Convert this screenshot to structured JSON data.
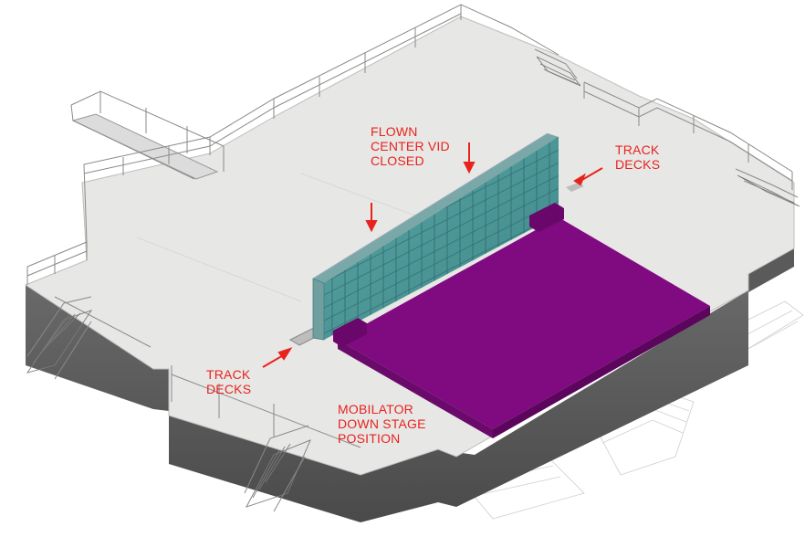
{
  "labels": {
    "flown_vid": [
      "FLOWN",
      "CENTER VID",
      "CLOSED"
    ],
    "track_decks_right": [
      "TRACK",
      "DECKS"
    ],
    "track_decks_left": [
      "TRACK",
      "DECKS"
    ],
    "mobilator": [
      "MOBILATOR",
      "DOWN STAGE",
      "POSITION"
    ]
  },
  "colors": {
    "annotation": "#e8231e",
    "stage_top": "#e7e7e5",
    "stage_side": "#5e5e5e",
    "video_wall": "#4f9a9a",
    "mobilator": "#800a80"
  }
}
